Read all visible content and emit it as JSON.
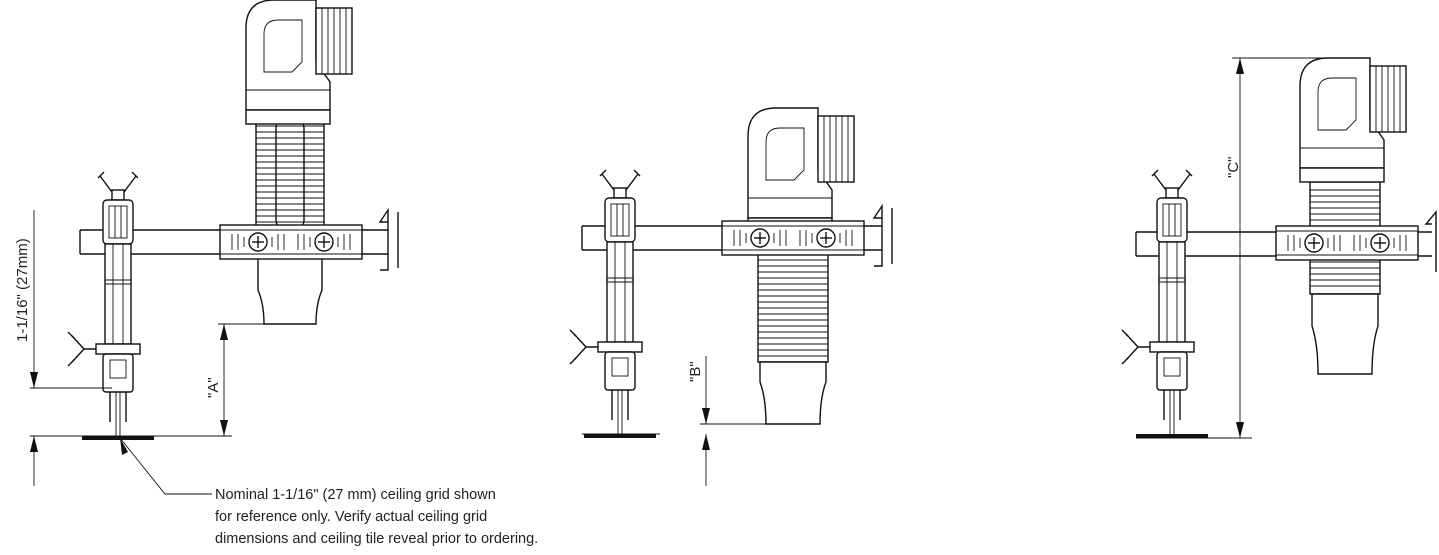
{
  "views": [
    {
      "id": "view-a",
      "dimension_label": "\"A\""
    },
    {
      "id": "view-b",
      "dimension_label": "\"B\""
    },
    {
      "id": "view-c",
      "dimension_label": "\"C\""
    }
  ],
  "grid_height_label": "1-1/16\" (27mm)",
  "note": {
    "line1": "Nominal 1-1/16\" (27 mm) ceiling grid shown",
    "line2": "for reference only. Verify actual ceiling grid",
    "line3": "dimensions and ceiling tile reveal prior to ordering."
  }
}
